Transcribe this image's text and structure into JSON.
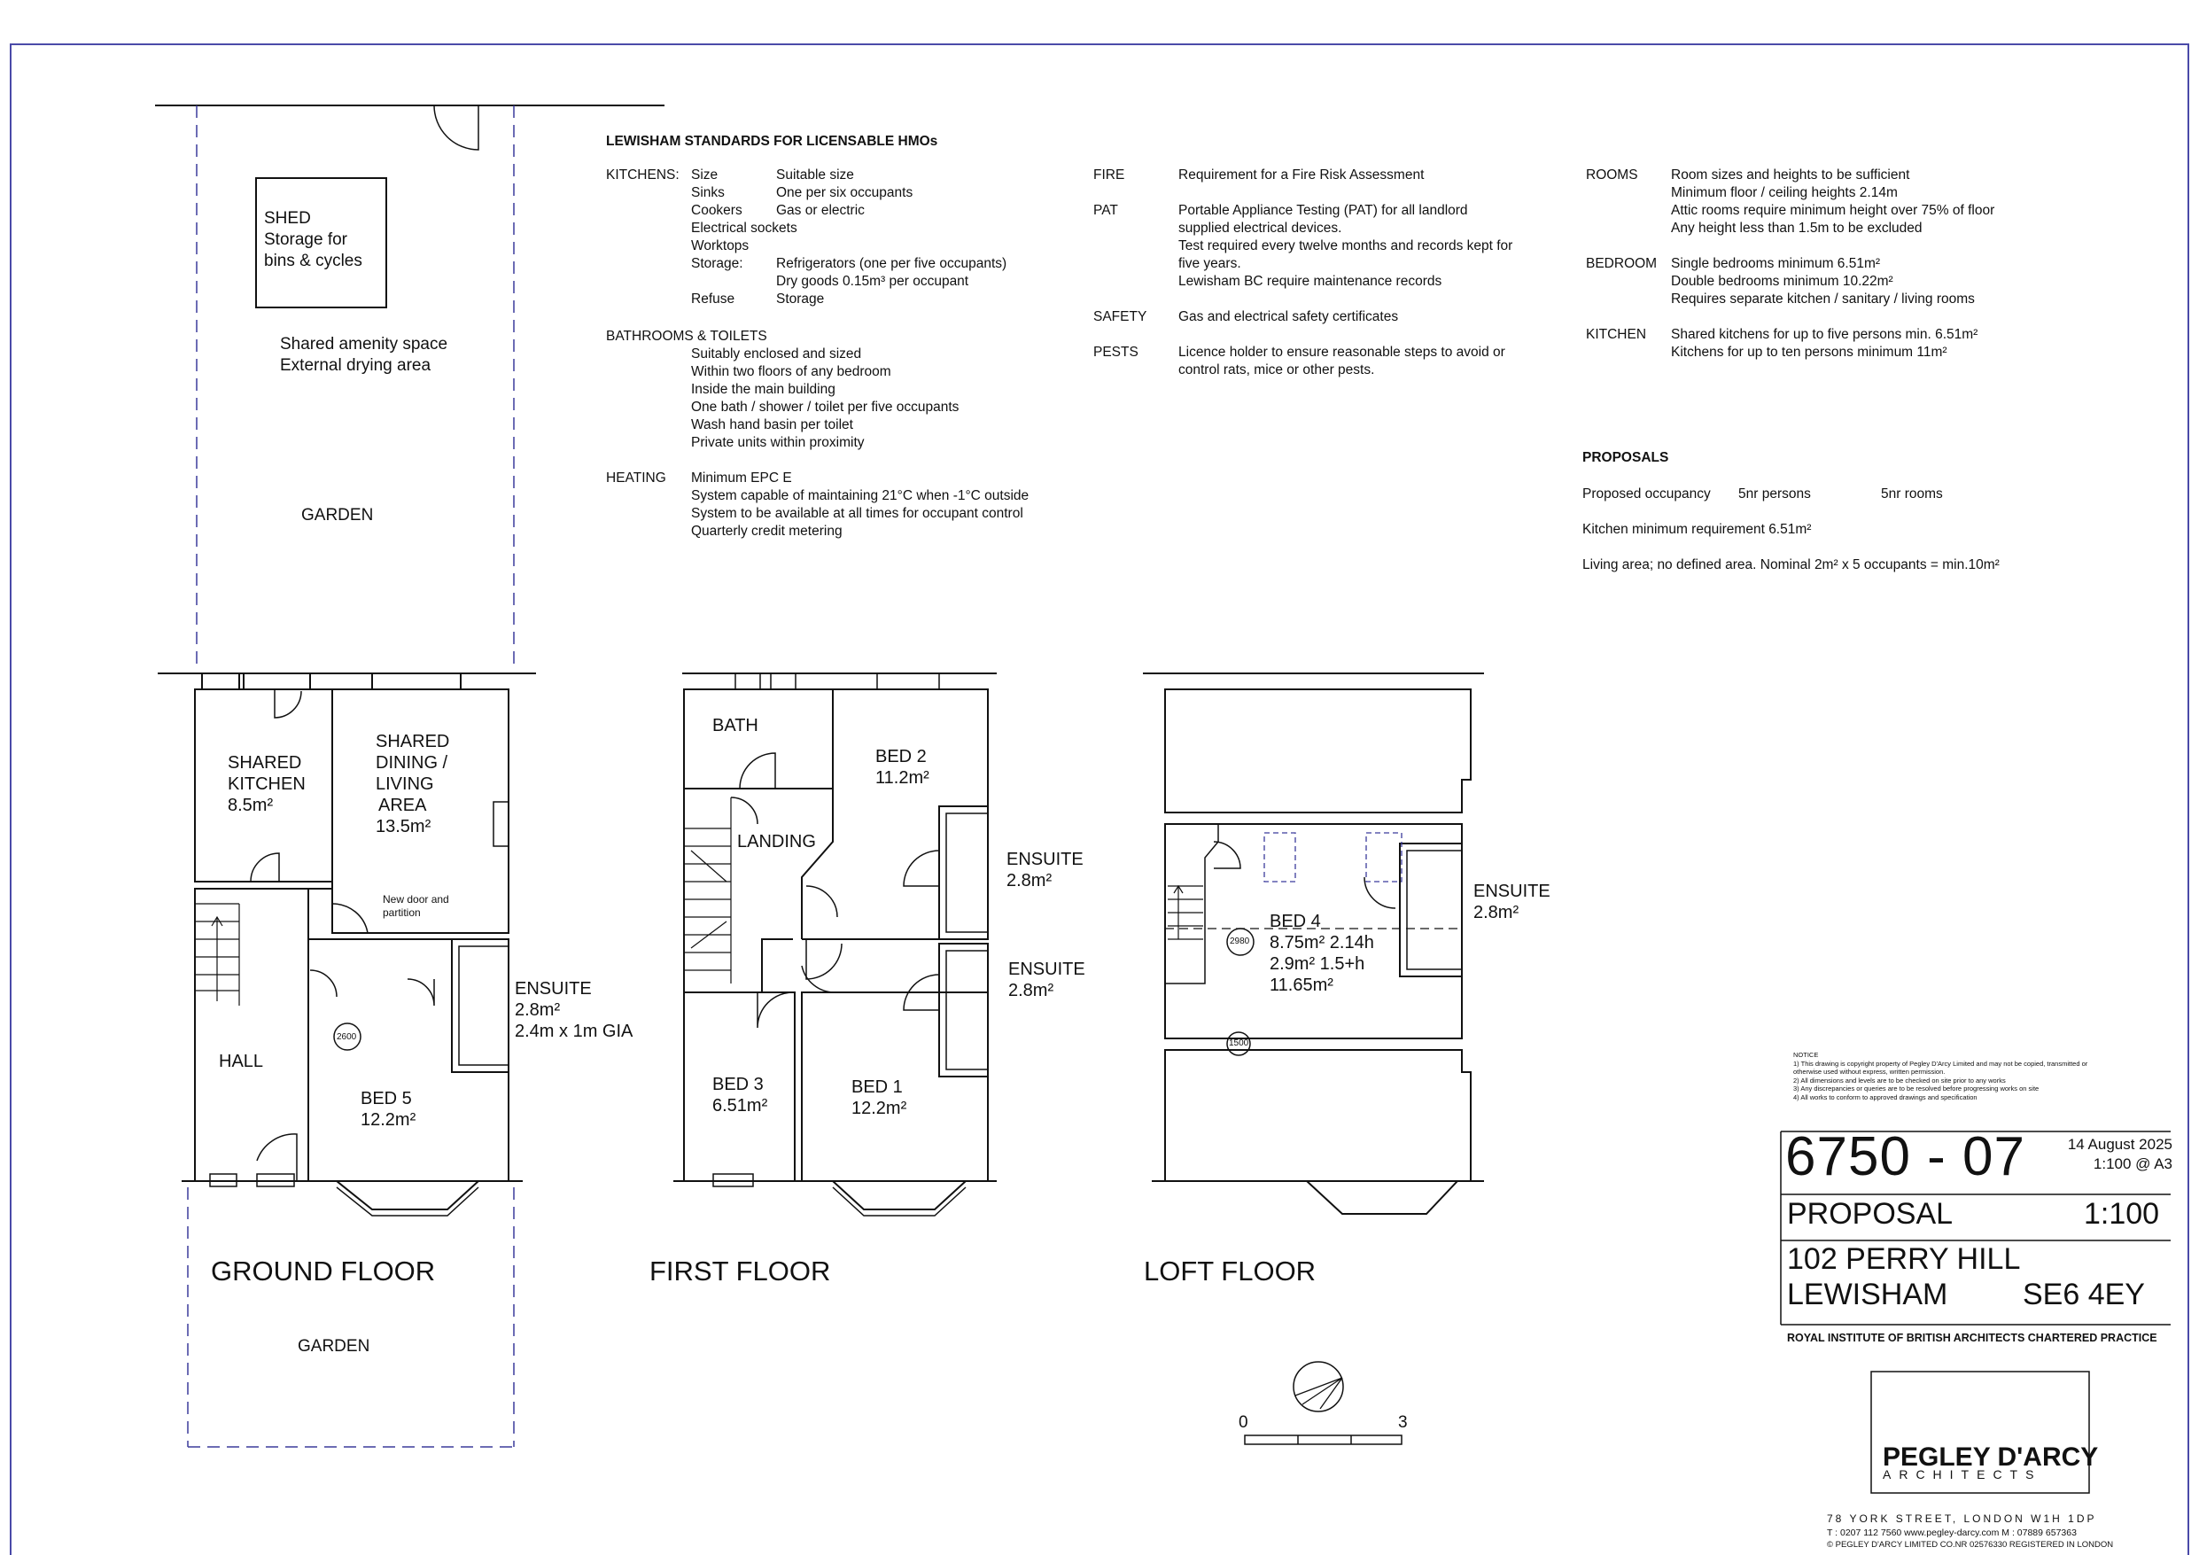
{
  "site": {
    "shed": [
      "SHED",
      "Storage for",
      "bins & cycles"
    ],
    "amenity": [
      "Shared amenity space",
      "External drying area"
    ],
    "garden_rear": "GARDEN",
    "garden_front": "GARDEN"
  },
  "ground_floor": {
    "title": "GROUND FLOOR",
    "kitchen": [
      "SHARED",
      "KITCHEN",
      "8.5m²"
    ],
    "dining": [
      "SHARED",
      "DINING /",
      "LIVING",
      "AREA",
      "13.5m²"
    ],
    "new_door": [
      "New door and",
      "partition"
    ],
    "ensuite": [
      "ENSUITE",
      "2.8m²",
      "2.4m x 1m GIA"
    ],
    "hall": "HALL",
    "bed5": [
      "BED 5",
      "12.2m²"
    ],
    "height_tag": "2600"
  },
  "first_floor": {
    "title": "FIRST FLOOR",
    "bath": "BATH",
    "bed2": [
      "BED 2",
      "11.2m²"
    ],
    "landing": "LANDING",
    "ensuite_upper": [
      "ENSUITE",
      "2.8m²"
    ],
    "ensuite_lower": [
      "ENSUITE",
      "2.8m²"
    ],
    "bed3": [
      "BED 3",
      "6.51m²"
    ],
    "bed1": [
      "BED 1",
      "12.2m²"
    ]
  },
  "loft_floor": {
    "title": "LOFT FLOOR",
    "bed4": [
      "BED 4",
      "8.75m²  2.14h",
      "2.9m²   1.5+h",
      "11.65m²"
    ],
    "ensuite": [
      "ENSUITE",
      "2.8m²"
    ],
    "tag_2980": "2980",
    "tag_1500": "1500"
  },
  "scale_bar": {
    "start": "0",
    "end": "3"
  },
  "standards": {
    "heading": "LEWISHAM STANDARDS FOR LICENSABLE HMOs",
    "kitchens": [
      [
        "KITCHENS:",
        "Size",
        "Suitable size"
      ],
      [
        "",
        "Sinks",
        "One per six occupants"
      ],
      [
        "",
        "Cookers",
        "Gas or electric"
      ],
      [
        "",
        "Electrical sockets",
        ""
      ],
      [
        "",
        "Worktops",
        ""
      ],
      [
        "",
        "Storage:",
        "Refrigerators (one per five occupants)"
      ],
      [
        "",
        "",
        "Dry goods 0.15m³ per occupant"
      ],
      [
        "",
        "Refuse",
        "Storage"
      ]
    ],
    "bathrooms_heading": "BATHROOMS & TOILETS",
    "bathrooms": [
      "Suitably enclosed and sized",
      "Within two floors of any bedroom",
      "Inside the main building",
      "One bath / shower / toilet per five occupants",
      "Wash hand basin per toilet",
      "Private units within proximity"
    ],
    "heating_label": "HEATING",
    "heating": [
      "Minimum EPC  E",
      "System capable of maintaining 21°C when -1°C outside",
      "System to be available at all times for occupant control",
      "Quarterly credit metering"
    ],
    "fire": {
      "label": "FIRE",
      "text": [
        "Requirement for a Fire Risk Assessment"
      ]
    },
    "pat": {
      "label": "PAT",
      "text": [
        "Portable Appliance Testing (PAT) for all landlord",
        "supplied electrical devices.",
        "Test required every twelve months and records kept for",
        "five years.",
        "Lewisham BC require maintenance records"
      ]
    },
    "safety": {
      "label": "SAFETY",
      "text": [
        "Gas and electrical safety certificates"
      ]
    },
    "pests": {
      "label": "PESTS",
      "text": [
        "Licence holder to ensure reasonable steps to avoid or",
        "control rats, mice or other pests."
      ]
    },
    "rooms": {
      "label": "ROOMS",
      "text": [
        "Room sizes and heights to be sufficient",
        "Minimum floor / ceiling heights 2.14m",
        "Attic rooms require minimum height over 75% of floor",
        "Any height less than 1.5m to be excluded"
      ]
    },
    "bedroom": {
      "label": "BEDROOM",
      "text": [
        "Single bedrooms minimum 6.51m²",
        "Double bedrooms minimum 10.22m²",
        "Requires separate kitchen / sanitary / living rooms"
      ]
    },
    "kitchen": {
      "label": "KITCHEN",
      "text": [
        "Shared kitchens for up to five persons min. 6.51m²",
        "Kitchens for up to ten persons minimum 11m²"
      ]
    }
  },
  "proposals": {
    "heading": "PROPOSALS",
    "occupancy_label": "Proposed occupancy",
    "persons": "5nr persons",
    "rooms": "5nr rooms",
    "kitchen_req": "Kitchen minimum requirement 6.51m²",
    "living": "Living area; no defined area.  Nominal 2m² x 5 occupants = min.10m²"
  },
  "notice": {
    "heading": "NOTICE",
    "items": [
      "1)      This drawing is copyright property of Pegley D'Arcy Limited and may not be copied, transmitted or",
      "          otherwise used without express, written permission.",
      "2)      All dimensions and levels are to be checked on site prior to any works",
      "3)      Any discrepancies or queries are to be resolved before progressing works on site",
      "4)      All works to conform to approved drawings and specification"
    ]
  },
  "title_block": {
    "drawing_number": "6750 - 07",
    "date": "14 August 2025",
    "scale_sheet": "1:100 @ A3",
    "status": "PROPOSAL",
    "scale": "1:100",
    "address1": "102 PERRY HILL",
    "address2_a": "LEWISHAM",
    "address2_b": "SE6 4EY",
    "riba": "ROYAL INSTITUTE OF BRITISH ARCHITECTS CHARTERED PRACTICE",
    "firm": "PEGLEY D'ARCY",
    "firm_sub": "ARCHITECTS",
    "address_line": "78 YORK STREET, LONDON  W1H 1DP",
    "phone": "T : 0207 112 7560     www.pegley-darcy.com     M : 07889 657363",
    "company": "© PEGLEY D'ARCY LIMITED   CO.NR 02576330    REGISTERED IN LONDON"
  },
  "colors": {
    "line": "#111111",
    "frame": "#4a4aa8",
    "dash": "#3b3b9c"
  }
}
